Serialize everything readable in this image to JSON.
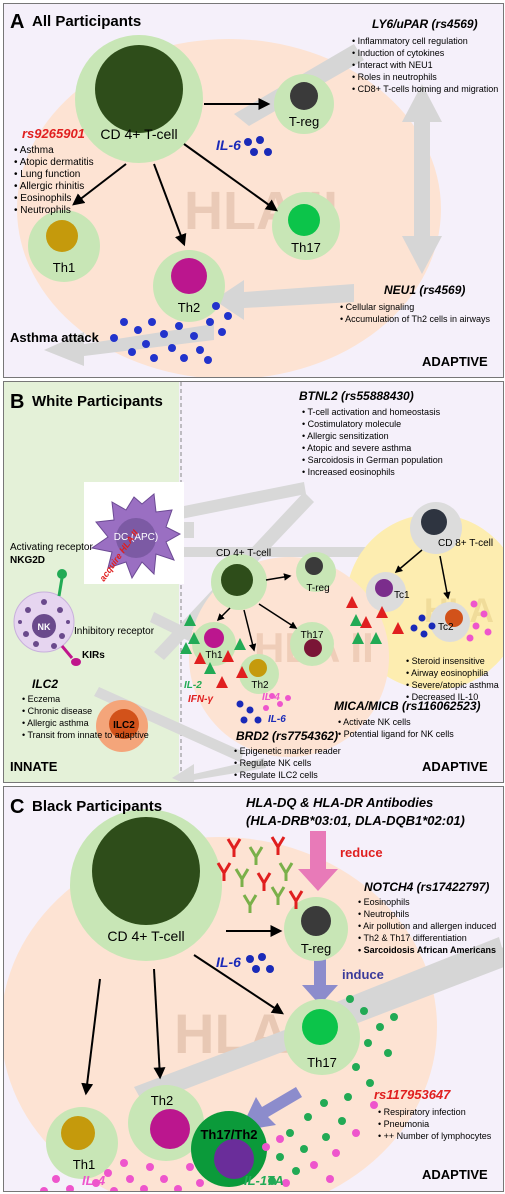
{
  "panelA": {
    "letter": "A",
    "title": "All Participants",
    "watermark": "HLA II",
    "cd4": "CD 4+ T-cell",
    "treg": "T-reg",
    "th1": "Th1",
    "th2": "Th2",
    "th17": "Th17",
    "il6": "IL-6",
    "asthma_attack": "Asthma attack",
    "adaptive": "ADAPTIVE",
    "rs9265901": {
      "title": "rs9265901",
      "items": [
        "Asthma",
        "Atopic dermatitis",
        "Lung function",
        "Allergic rhinitis",
        "Eosinophils",
        "Neutrophils"
      ]
    },
    "ly6": {
      "title": "LY6/uPAR (rs4569)",
      "items": [
        "Inflammatory cell regulation",
        "Induction of cytokines",
        "Interact with NEU1",
        "Roles in neutrophils",
        "CD8+ T-cells homing and migration"
      ]
    },
    "neu1": {
      "title": "NEU1 (rs4569)",
      "items": [
        "Cellular signaling",
        "Accumulation of Th2 cells in airways"
      ]
    }
  },
  "panelB": {
    "letter": "B",
    "title": "White Participants",
    "innate": "INNATE",
    "adaptive": "ADAPTIVE",
    "dc": "DC (APC)",
    "acquire": "acquire HLA II",
    "activating": "Activating receptor",
    "nkg2d": "NKG2D",
    "nk": "NK",
    "inhibitory": "Inhibitory receptor",
    "kirs": "KIRs",
    "ilc2_label": "ILC2",
    "ilc2": {
      "title": "ILC2",
      "items": [
        "Eczema",
        "Chronic disease",
        "Allergic asthma",
        "Transit from innate to adaptive"
      ]
    },
    "hla2": "HLA II",
    "hla1": "HLA I",
    "cd4": "CD 4+ T-cell",
    "treg": "T-reg",
    "th1": "Th1",
    "th2": "Th2",
    "th17": "Th17",
    "il2": "IL-2",
    "ifng": "IFN-γ",
    "il4": "IL-4",
    "il6": "IL-6",
    "cd8": "CD 8+ T-cell",
    "tc1": "Tc1",
    "tc2": "Tc2",
    "btnl2": {
      "title": "BTNL2 (rs55888430)",
      "items": [
        "T-cell activation and homeostasis",
        "Costimulatory molecule",
        "Allergic sensitization",
        "Atopic and severe asthma",
        "Sarcoidosis in German population",
        "Increased eosinophils"
      ]
    },
    "tc2_list": {
      "items": [
        "Steroid insensitive",
        "Airway eosinophilia",
        "Severe/atopic asthma",
        "Decreased IL-10"
      ]
    },
    "mica": {
      "title": "MICA/MICB (rs116062523)",
      "items": [
        "Activate NK cells",
        "Potential ligand for NK cells"
      ]
    },
    "brd2": {
      "title": "BRD2 (rs7754362)",
      "items": [
        "Epigenetic marker reader",
        "Regulate NK cells",
        "Regulate ILC2 cells"
      ]
    }
  },
  "panelC": {
    "letter": "C",
    "title": "Black Participants",
    "watermark": "HLA II",
    "antibodies_line1": "HLA-DQ & HLA-DR Antibodies",
    "antibodies_line2": "(HLA-DRB*03:01, DLA-DQB1*02:01)",
    "reduce": "reduce",
    "induce": "induce",
    "cd4": "CD 4+ T-cell",
    "treg": "T-reg",
    "th1": "Th1",
    "th2": "Th2",
    "th17": "Th17",
    "th17th2": "Th17/Th2",
    "il6": "IL-6",
    "il4": "IL-4",
    "il17a": "IL-17A",
    "adaptive": "ADAPTIVE",
    "notch4": {
      "title": "NOTCH4 (rs17422797)",
      "items": [
        "Eosinophils",
        "Neutrophils",
        "Air pollution and allergen induced",
        "Th2 & Th17 differentiation",
        "Sarcoidosis African Americans"
      ]
    },
    "rs117953647": {
      "title": "rs117953647",
      "items": [
        "Respiratory infection",
        "Pneumonia",
        "++ Number of lymphocytes"
      ]
    }
  },
  "colors": {
    "panel_bg": "#f5f0fa",
    "peach": "#fde3d3",
    "light_green": "#c8e6b6",
    "dark_green": "#2e4d1a",
    "red_title": "#e01f1f",
    "blue_text": "#1a2ab8",
    "magenta": "#c0158c",
    "pink": "#ee55cc",
    "green_dot": "#22aa55",
    "grey_arrow": "#d2d2d2"
  }
}
